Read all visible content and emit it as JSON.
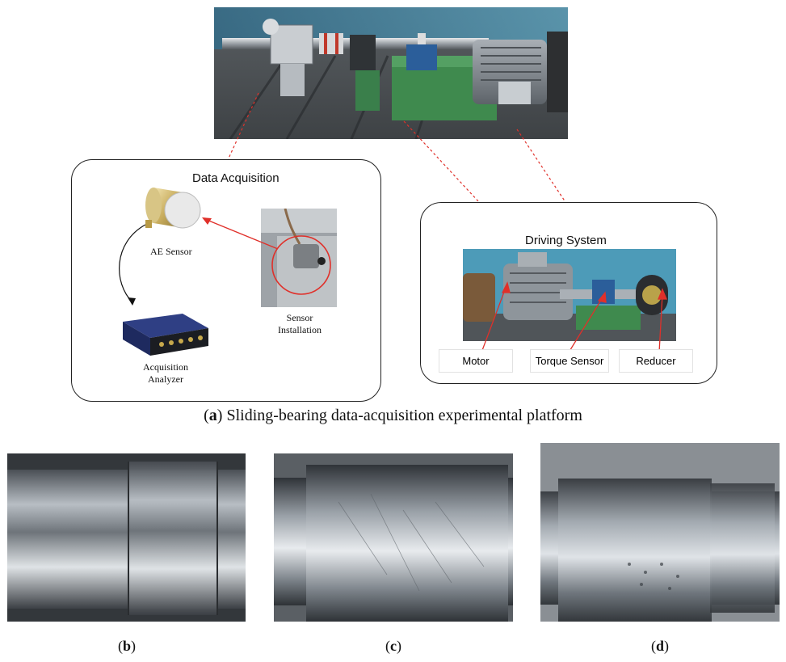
{
  "panels": {
    "data_acquisition": {
      "title": "Data Acquisition",
      "ae_sensor_label": "AE Sensor",
      "sensor_installation_line1": "Sensor",
      "sensor_installation_line2": "Installation",
      "analyzer_line1": "Acquisition",
      "analyzer_line2": "Analyzer"
    },
    "driving_system": {
      "title": "Driving System",
      "motor_label": "Motor",
      "torque_label": "Torque Sensor",
      "reducer_label": "Reducer"
    }
  },
  "captions": {
    "a_letter": "a",
    "a_text": " Sliding-bearing data-acquisition experimental platform",
    "b_letter": "b",
    "c_letter": "c",
    "d_letter": "d"
  },
  "colors": {
    "callout_red": "#e0302a",
    "machine_green": "#3f8a4e",
    "steel": "#8f969d"
  }
}
